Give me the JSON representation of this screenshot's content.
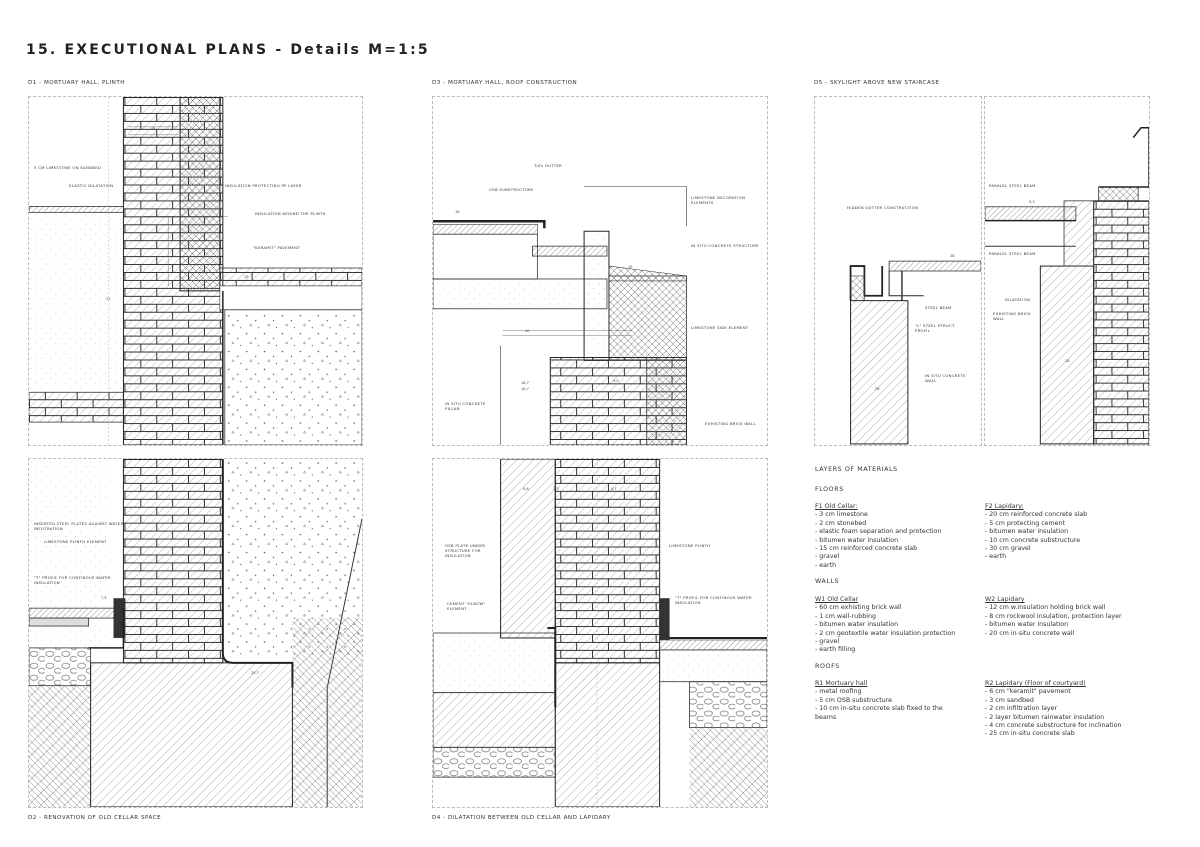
{
  "title": "15. EXECUTIONAL PLANS - Details M=1:5",
  "captions": {
    "d1": "D1 - MORTUARY HALL, PLINTH",
    "d2": "D2 - RENOVATION OF OLD CELLAR SPACE",
    "d3": "D3 - MORTUARY HALL, ROOF CONSTRUCTION",
    "d4": "D4 - DILATATION BETWEEN OLD CELLAR AND LAPIDARY",
    "d5": "D5 - SKYLIGHT ABOVE NEW STAIRCASE"
  },
  "d1_labels": {
    "limestone": "3 CM LIMESTONE ON SANDBED",
    "elastic": "ELASTIC DILATATION",
    "insulation_pe": "INSULATION PROTECTING PE LAYER",
    "insulation_plinth": "INSULATION BEHIND THE PLINTH",
    "keramit": "\"KERAMIT\" PAVEMENT"
  },
  "d2_labels": {
    "steel_plates": "INSERTED STEEL PLATES AGAINST WATER INFILTRATION",
    "plinth_element": "LIMESTONE PLINTH ELEMENT",
    "t_profil": "\"T\" PROFIL FOR CONTINOUS WATER INSULATION"
  },
  "d3_labels": {
    "tizn": "TiZn GUTTER",
    "osb": "OSB SUBSTRUCTURE",
    "limestone_decor": "LIMESTONE DECORATION ELEMENTS",
    "insitu_structure": "IN SITU CONCRETE STRUCTURE",
    "limestone_side": "LIMESTONE SIDE ELEMENT",
    "insitu_pillar": "IN SITU CONCRETE PILLAR",
    "brick_wall": "EXHISTING BRICK WALL"
  },
  "d4_labels": {
    "osb_plate": "OSB PLATE UNDER-STRUCTURE FOR INSULATION",
    "elbow": "CEMENT \"ELBOW\" ELEMENT",
    "plinth": "LIMESTONE PLINTH",
    "t_profil": "\"T\" PROFIL FOR CONTINOUS WATER INSULATION"
  },
  "d5_labels": {
    "gutter": "HIDDEN GUTTER CONSTRUCTION",
    "steel_beam": "STEEL BEAM",
    "l_steel": "\"L\" STEEL STRUCT. PROFIL",
    "insitu_wall": "IN SITU CONCRETE WALL",
    "parallel_1": "PARALEL STEEL BEAM",
    "parallel_2": "PARALEL STEEL BEAM",
    "dilatation": "DILATATION",
    "brick": "EXHISTING BRICK WALL"
  },
  "dims": {
    "d1a": "15",
    "d1b": "21",
    "d1c": "25",
    "d2a": "7,5",
    "d2b": "25,7",
    "d3a": "16",
    "d3b": "15",
    "d3c": "16,7",
    "d3d": "16,7",
    "d3e": "40",
    "d3f": "9,5",
    "d4a": "4,6",
    "d4b": "2,3",
    "d4c": "4,7",
    "d5a": "28",
    "d5b": "28",
    "d5c": "9,3",
    "d5d": "28"
  },
  "materials": {
    "heading": "LAYERS OF MATERIALS",
    "floors_heading": "FLOORS",
    "f1_title": "F1 Old Cellar:",
    "f1_items": [
      "- 3 cm limestone",
      "- 2 cm stonebed",
      "- elastic foam separation and protection",
      "- bitumen water insulation",
      "- 15 cm reinforced concrete slab",
      "- gravel",
      "- earth"
    ],
    "f2_title": "F2 Lapidary:",
    "f2_items": [
      "- 20 cm reinforced concrete slab",
      "- 5 cm protecting cement",
      "- bitumen water insulation",
      "- 10 cm concrete substructure",
      "- 30 cm gravel",
      "- earth"
    ],
    "walls_heading": "WALLS",
    "w1_title": "W1 Old Cellar",
    "w1_items": [
      "- 60 cm exhisting brick wall",
      "- 1 cm wall-rubbing",
      "- bitumen water insulation",
      "- 2 cm geotextile water insulation protection",
      "- gravel",
      "- earth filling"
    ],
    "w2_title": "W2 Lapidary",
    "w2_items": [
      "- 12 cm w.insulation holding brick wall",
      "- 8 cm rockwool insulation, protection layer",
      "- bitumen water insulation",
      "- 20 cm in-situ concrete wall"
    ],
    "roofs_heading": "ROOFS",
    "r1_title": "R1 Mortuary hall",
    "r1_items": [
      "- metal roofing",
      "- 5 cm OSB substructure",
      "- 10 cm in-situ concrete slab fixed to the",
      "beams"
    ],
    "r2_title": "R2 Lapidary (Floor of courtyard)",
    "r2_items": [
      "- 6 cm \"keramit\" pavement",
      "- 3 cm sandbed",
      "- 2 cm infiltration layer",
      "- 2 layer bitumen rainwater insulation",
      "- 4 cm concrete substructure for inclination",
      "- 25 cm in-situ concrete slab"
    ]
  }
}
